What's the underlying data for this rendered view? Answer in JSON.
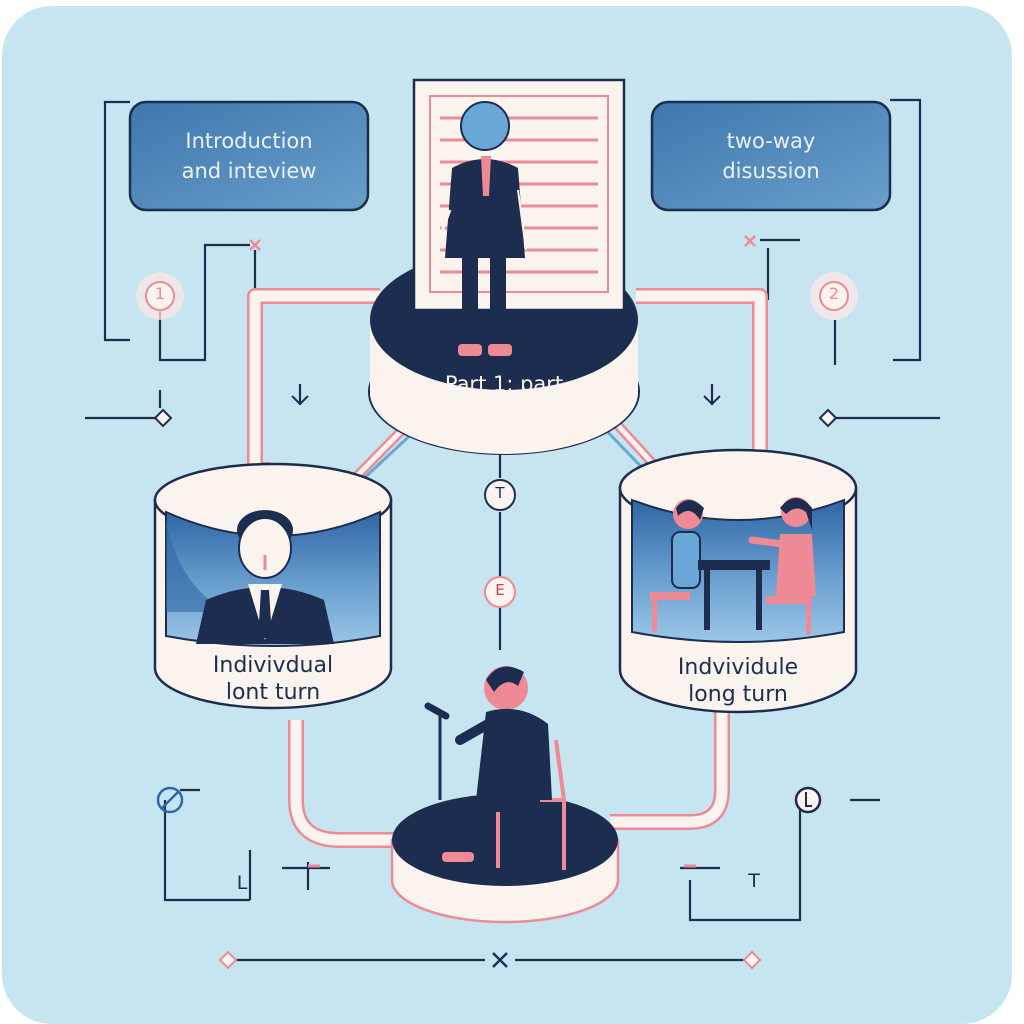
{
  "diagram": {
    "boxes": {
      "left_top": {
        "line1": "Introduction",
        "line2": "and inteview"
      },
      "right_top": {
        "line1": "two-way",
        "line2": "disussion"
      }
    },
    "center_platform": {
      "label": "Part 1: part"
    },
    "left_drum": {
      "line1": "Indivivdual",
      "line2": "lont turn"
    },
    "right_drum": {
      "line1": "Indvividule",
      "line2": "long turn"
    },
    "markers": {
      "left_circle": "1",
      "right_circle": "2",
      "mid_t": "T",
      "mid_e": "E",
      "bottom_left": "L",
      "bottom_right": "T"
    },
    "colors": {
      "background": "#c7e5f1",
      "navy": "#1d2d50",
      "pink": "#ee8a95",
      "box_blue": "#4f86b8",
      "cream": "#fbf4ee"
    }
  }
}
